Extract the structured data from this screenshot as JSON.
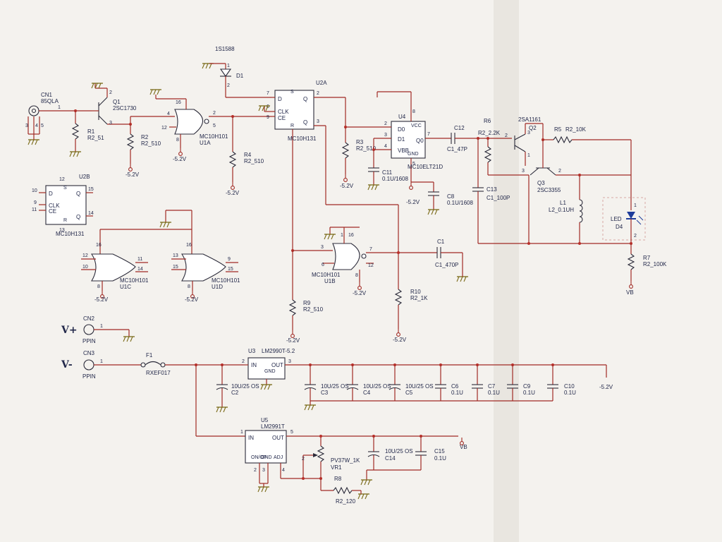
{
  "colors": {
    "wire": "#a02a24",
    "body": "#2b2b3a",
    "text": "#22284a",
    "paper": "#f4f2ee",
    "ground": "#7a6a18",
    "junction": "#b8302a",
    "led": "#1e3c9a"
  },
  "icons": {
    "ground": "ground-icon",
    "resistor": "resistor-icon",
    "capacitor": "capacitor-icon",
    "diode": "diode-icon",
    "led": "led-icon",
    "transistor": "transistor-icon",
    "inductor": "inductor-icon",
    "fuse": "fuse-icon",
    "connector": "connector-pin-icon"
  },
  "handwritten": {
    "vplus": "V+",
    "vminus": "V-"
  },
  "parts": {
    "cn1": {
      "ref": "CN1",
      "value": "85QLA"
    },
    "q1": {
      "ref": "Q1",
      "value": "2SC1730"
    },
    "r1": {
      "ref": "R1",
      "value": "R2_51"
    },
    "r2": {
      "ref": "R2",
      "value": "R2_510"
    },
    "u1a": {
      "ref": "U1A",
      "value": "MC10H101"
    },
    "r4": {
      "ref": "R4",
      "value": "R2_510"
    },
    "d1": {
      "ref": "D1",
      "value": "1S1588"
    },
    "u2a": {
      "ref": "U2A",
      "value": "MC10H131"
    },
    "r3": {
      "ref": "R3",
      "value": "R2_510"
    },
    "u4": {
      "ref": "U4",
      "value": "MC10ELT21D"
    },
    "c11": {
      "ref": "C11",
      "value": "0.1U/1608"
    },
    "c8": {
      "ref": "C8",
      "value": "0.1U/1608"
    },
    "c12": {
      "ref": "C12",
      "value": "C1_47P"
    },
    "r6": {
      "ref": "R6",
      "value": "R2_2.2K"
    },
    "q2": {
      "ref": "Q2",
      "value": "2SA1161"
    },
    "r5": {
      "ref": "R5",
      "value": "R2_10K"
    },
    "c13": {
      "ref": "C13",
      "value": "C1_100P"
    },
    "q3": {
      "ref": "Q3",
      "value": "2SC3355"
    },
    "l1": {
      "ref": "L1",
      "value": "L2_0.1UH"
    },
    "d4": {
      "ref": "D4",
      "value": "LED"
    },
    "r7": {
      "ref": "R7",
      "value": "R2_100K"
    },
    "u2b": {
      "ref": "U2B",
      "value": "MC10H131"
    },
    "u1c": {
      "ref": "U1C",
      "value": "MC10H101"
    },
    "u1d": {
      "ref": "U1D",
      "value": "MC10H101"
    },
    "u1b": {
      "ref": "U1B",
      "value": "MC10H101"
    },
    "c1": {
      "ref": "C1",
      "value": "C1_470P"
    },
    "r9": {
      "ref": "R9",
      "value": "R2_510"
    },
    "r10": {
      "ref": "R10",
      "value": "R2_1K"
    },
    "cn2": {
      "ref": "CN2",
      "value": "PPIN"
    },
    "cn3": {
      "ref": "CN3",
      "value": "PPIN"
    },
    "f1": {
      "ref": "F1",
      "value": "RXEF017"
    },
    "u3": {
      "ref": "U3",
      "value": "LM2990T-5.2"
    },
    "c2": {
      "ref": "C2",
      "value": "10U/25 OS"
    },
    "c3": {
      "ref": "C3",
      "value": "10U/25 OS"
    },
    "c4": {
      "ref": "C4",
      "value": "10U/25 OS"
    },
    "c5": {
      "ref": "C5",
      "value": "10U/25 OS"
    },
    "c6": {
      "ref": "C6",
      "value": "0.1U"
    },
    "c7": {
      "ref": "C7",
      "value": "0.1U"
    },
    "c9": {
      "ref": "C9",
      "value": "0.1U"
    },
    "c10": {
      "ref": "C10",
      "value": "0.1U"
    },
    "u5": {
      "ref": "U5",
      "value": "LM2991T"
    },
    "vr1": {
      "ref": "VR1",
      "value": "PV37W_1K"
    },
    "r8": {
      "ref": "R8",
      "value": "R2_120"
    },
    "c14": {
      "ref": "C14",
      "value": "10U/25 OS"
    },
    "c15": {
      "ref": "C15",
      "value": "0.1U"
    }
  },
  "nets": {
    "neg": "-5.2V",
    "vb": "VB"
  },
  "pins": {
    "d": "D",
    "q": "Q",
    "qb": "Q",
    "clk": "CLK",
    "ce": "CE",
    "s": "S",
    "r": "R",
    "d0": "D0",
    "d1": "D1",
    "vbb": "VBB",
    "vcc": "VCC",
    "gnd": "GND",
    "q0": "Q0",
    "in": "IN",
    "out": "OUT",
    "onoff": "ON/OF",
    "adj": "ADJ",
    "n1": "1",
    "n2": "2",
    "n3": "3",
    "n4": "4",
    "n5": "5",
    "n6": "6",
    "n7": "7",
    "n8": "8",
    "n9": "9",
    "n10": "10",
    "n11": "11",
    "n12": "12",
    "n13": "13",
    "n14": "14",
    "n15": "15",
    "n16": "16"
  }
}
